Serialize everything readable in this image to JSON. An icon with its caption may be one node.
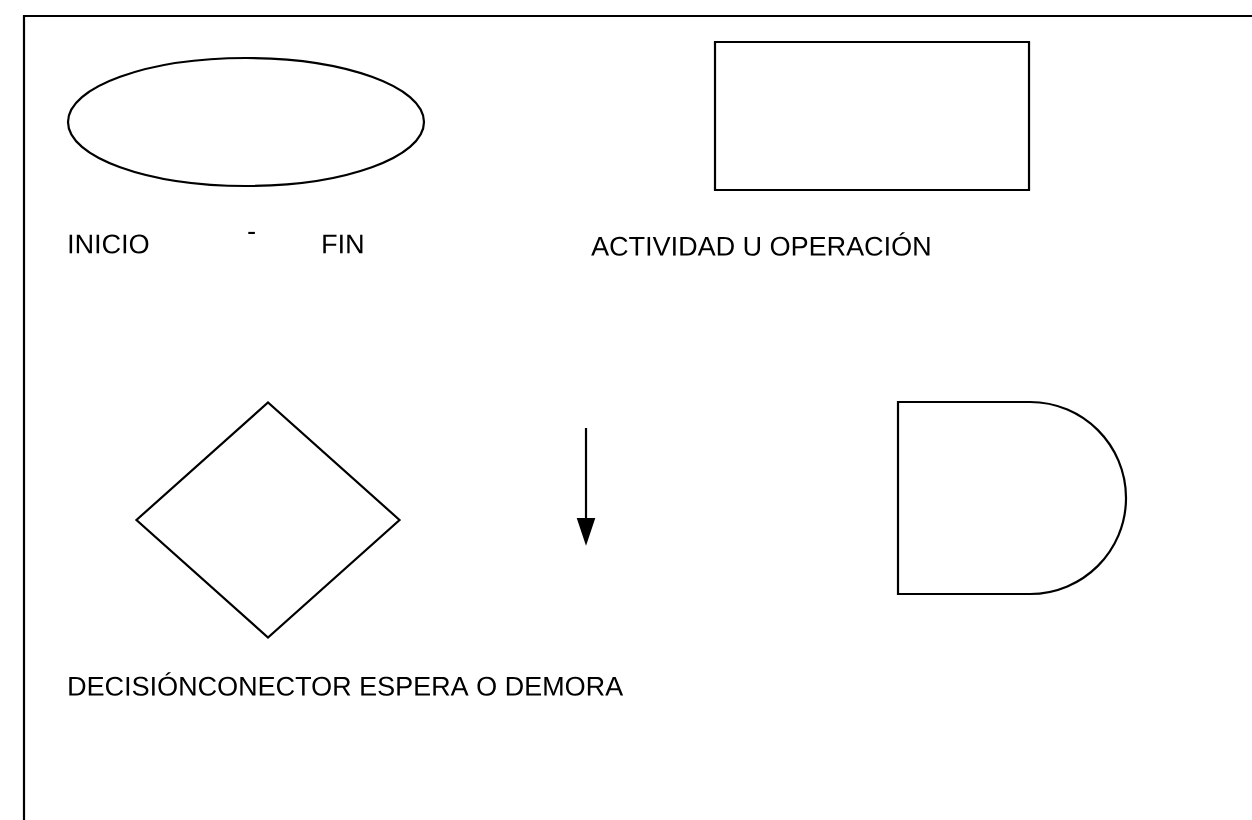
{
  "diagram": {
    "nodes": [
      {
        "text": [],
        "shape": "ellipse"
      },
      {
        "text": [],
        "shape": "box"
      },
      {
        "text": [],
        "shape": "diamond"
      },
      {
        "text": [],
        "shape": "delay"
      }
    ],
    "labels": [
      "INICIO",
      "-",
      "FIN",
      "ACTIVIDAD U OPERACIÓN",
      "DECISIÓNCONECTOR ESPERA O DEMORA"
    ]
  }
}
